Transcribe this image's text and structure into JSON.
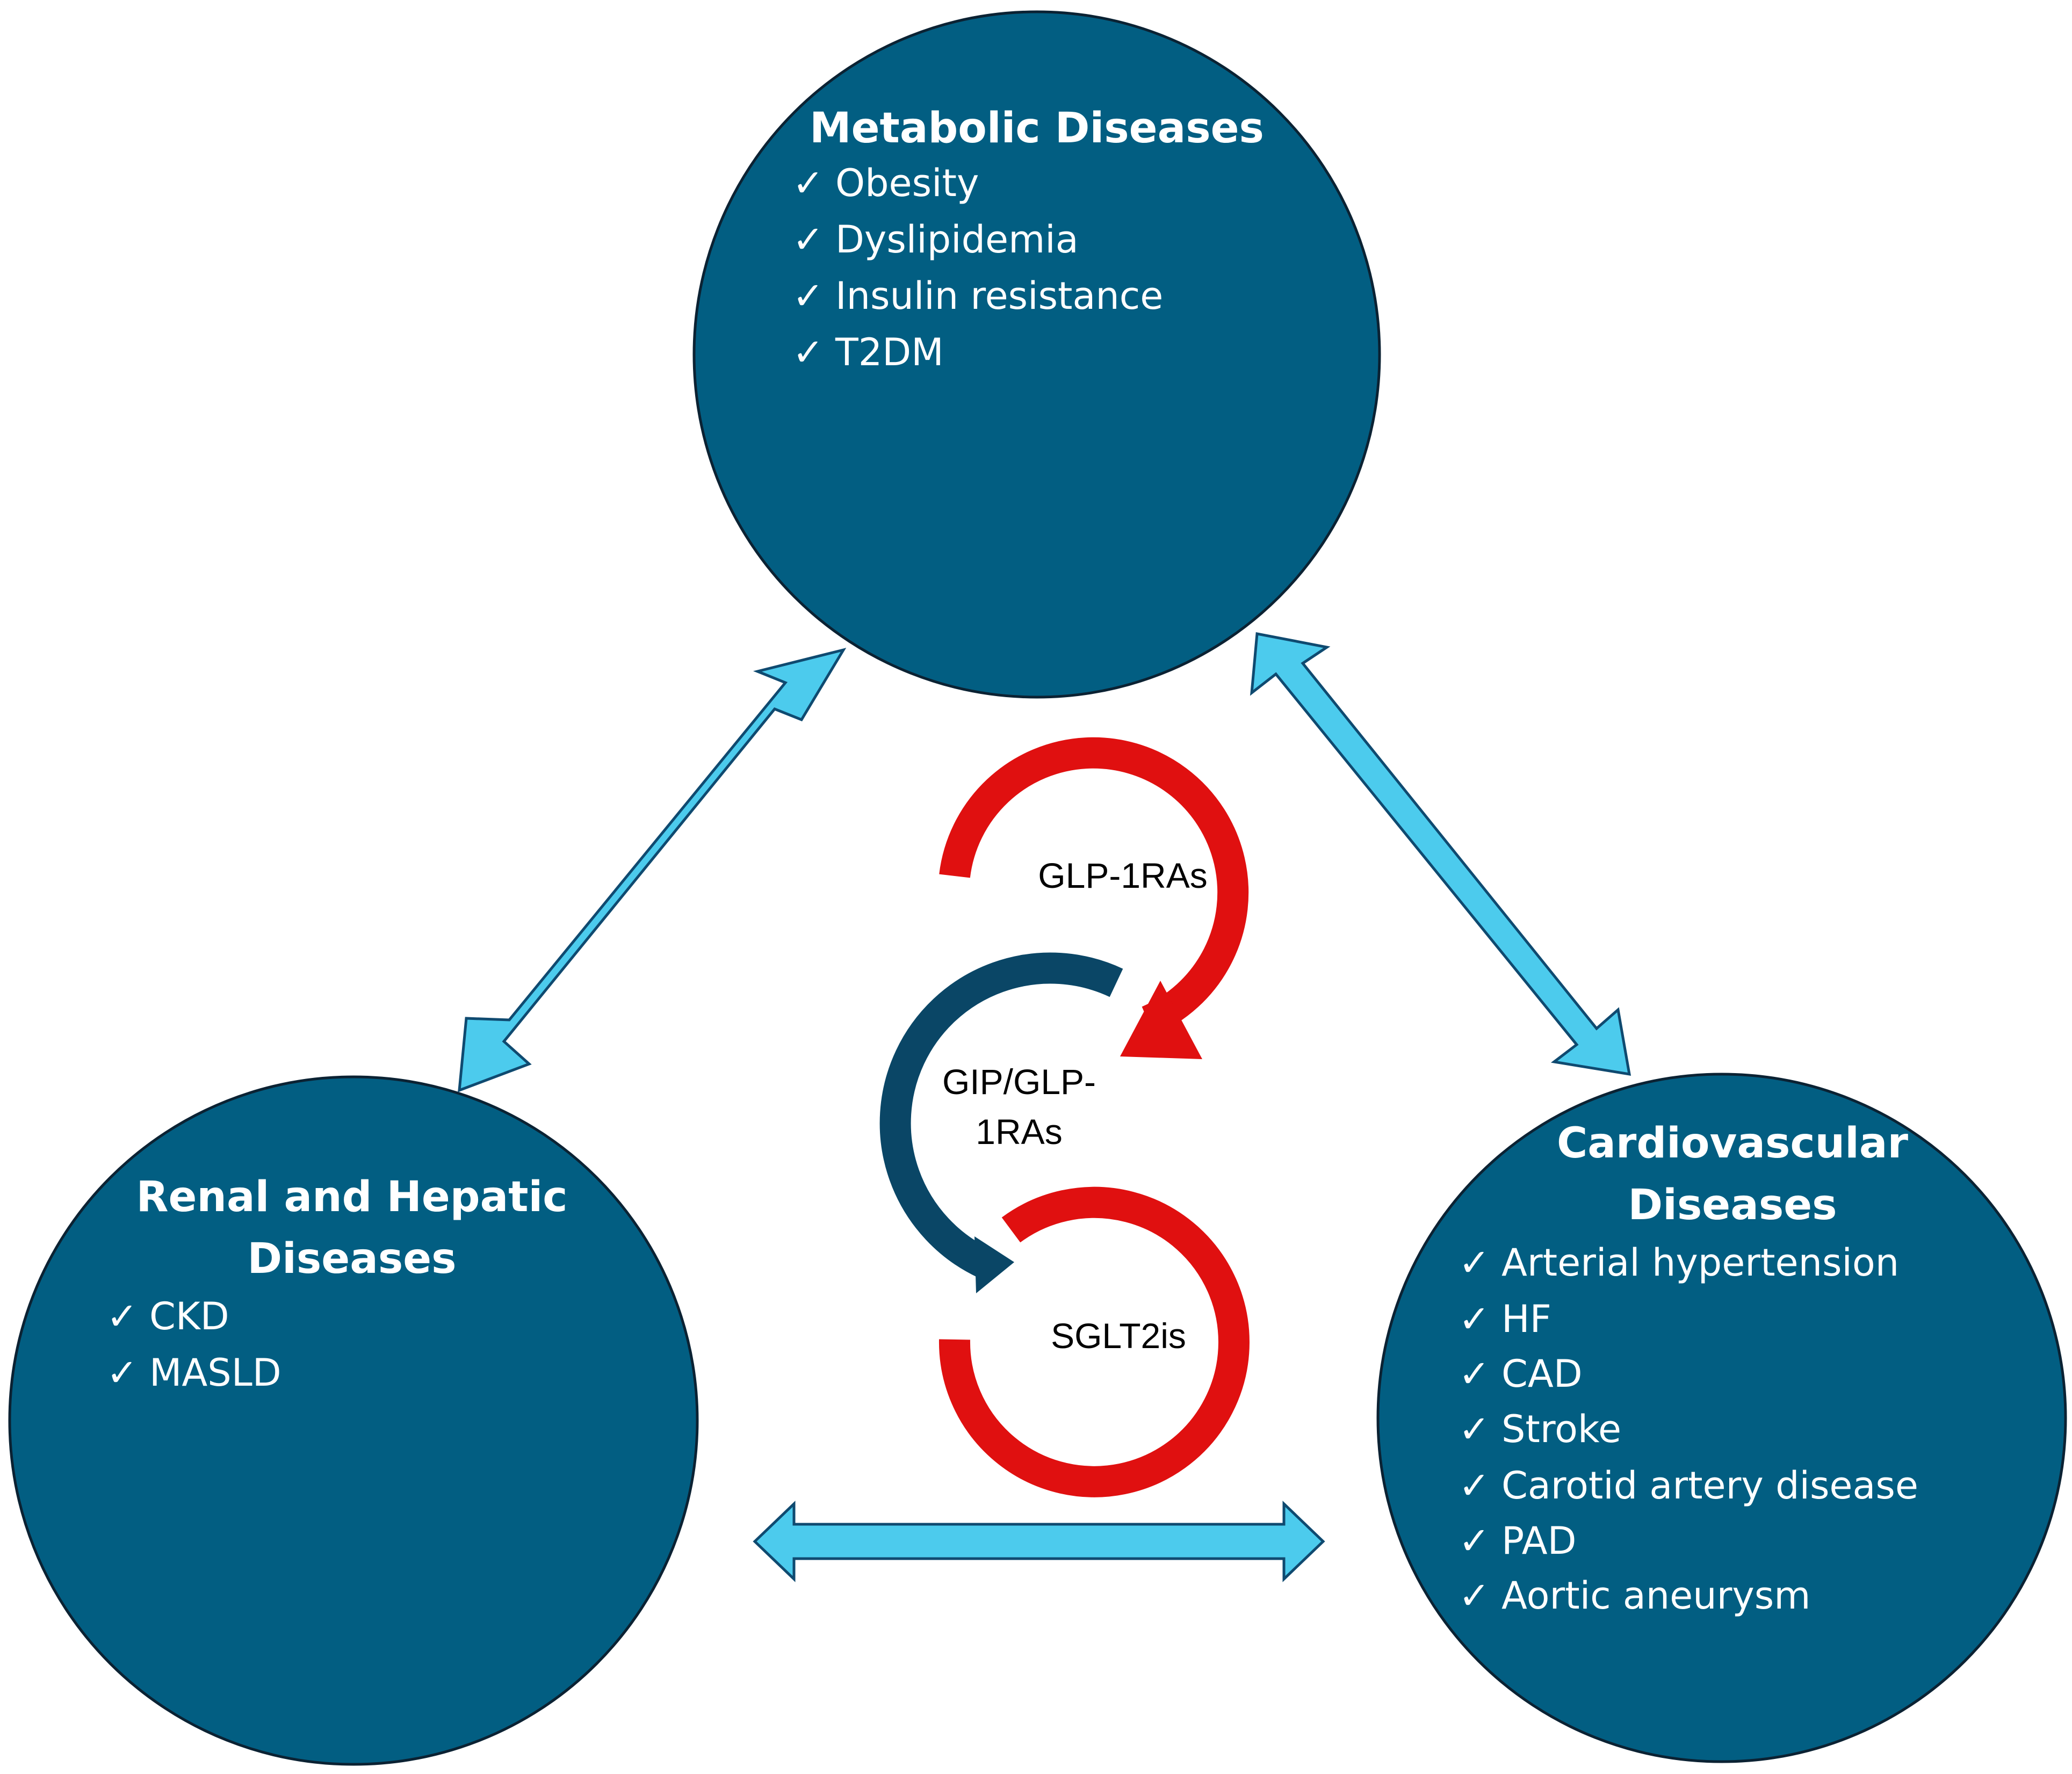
{
  "colors": {
    "circle_fill": "#025E82",
    "circle_stroke": "#0B2233",
    "arrow_fill": "#4CCBED",
    "arrow_stroke": "#0F4A70",
    "red_arc": "#E01010",
    "navy_arc": "#0A4666"
  },
  "metabolic": {
    "title": "Metabolic Diseases",
    "items": [
      "Obesity",
      "Dyslipidemia",
      "Insulin resistance",
      "T2DM"
    ]
  },
  "renal_hepatic": {
    "title_line1": "Renal and Hepatic",
    "title_line2": "Diseases",
    "items": [
      "CKD",
      "MASLD"
    ]
  },
  "cardiovascular": {
    "title_line1": "Cardiovascular",
    "title_line2": "Diseases",
    "items": [
      "Arterial hypertension",
      "HF",
      "CAD",
      "Stroke",
      "Carotid artery disease",
      "PAD",
      "Aortic aneurysm"
    ]
  },
  "drugs": {
    "glp1": "GLP-1RAs",
    "gip_glp1_line1": "GIP/GLP-",
    "gip_glp1_line2": "1RAs",
    "sglt2": "SGLT2is"
  },
  "check_icon": "✓"
}
